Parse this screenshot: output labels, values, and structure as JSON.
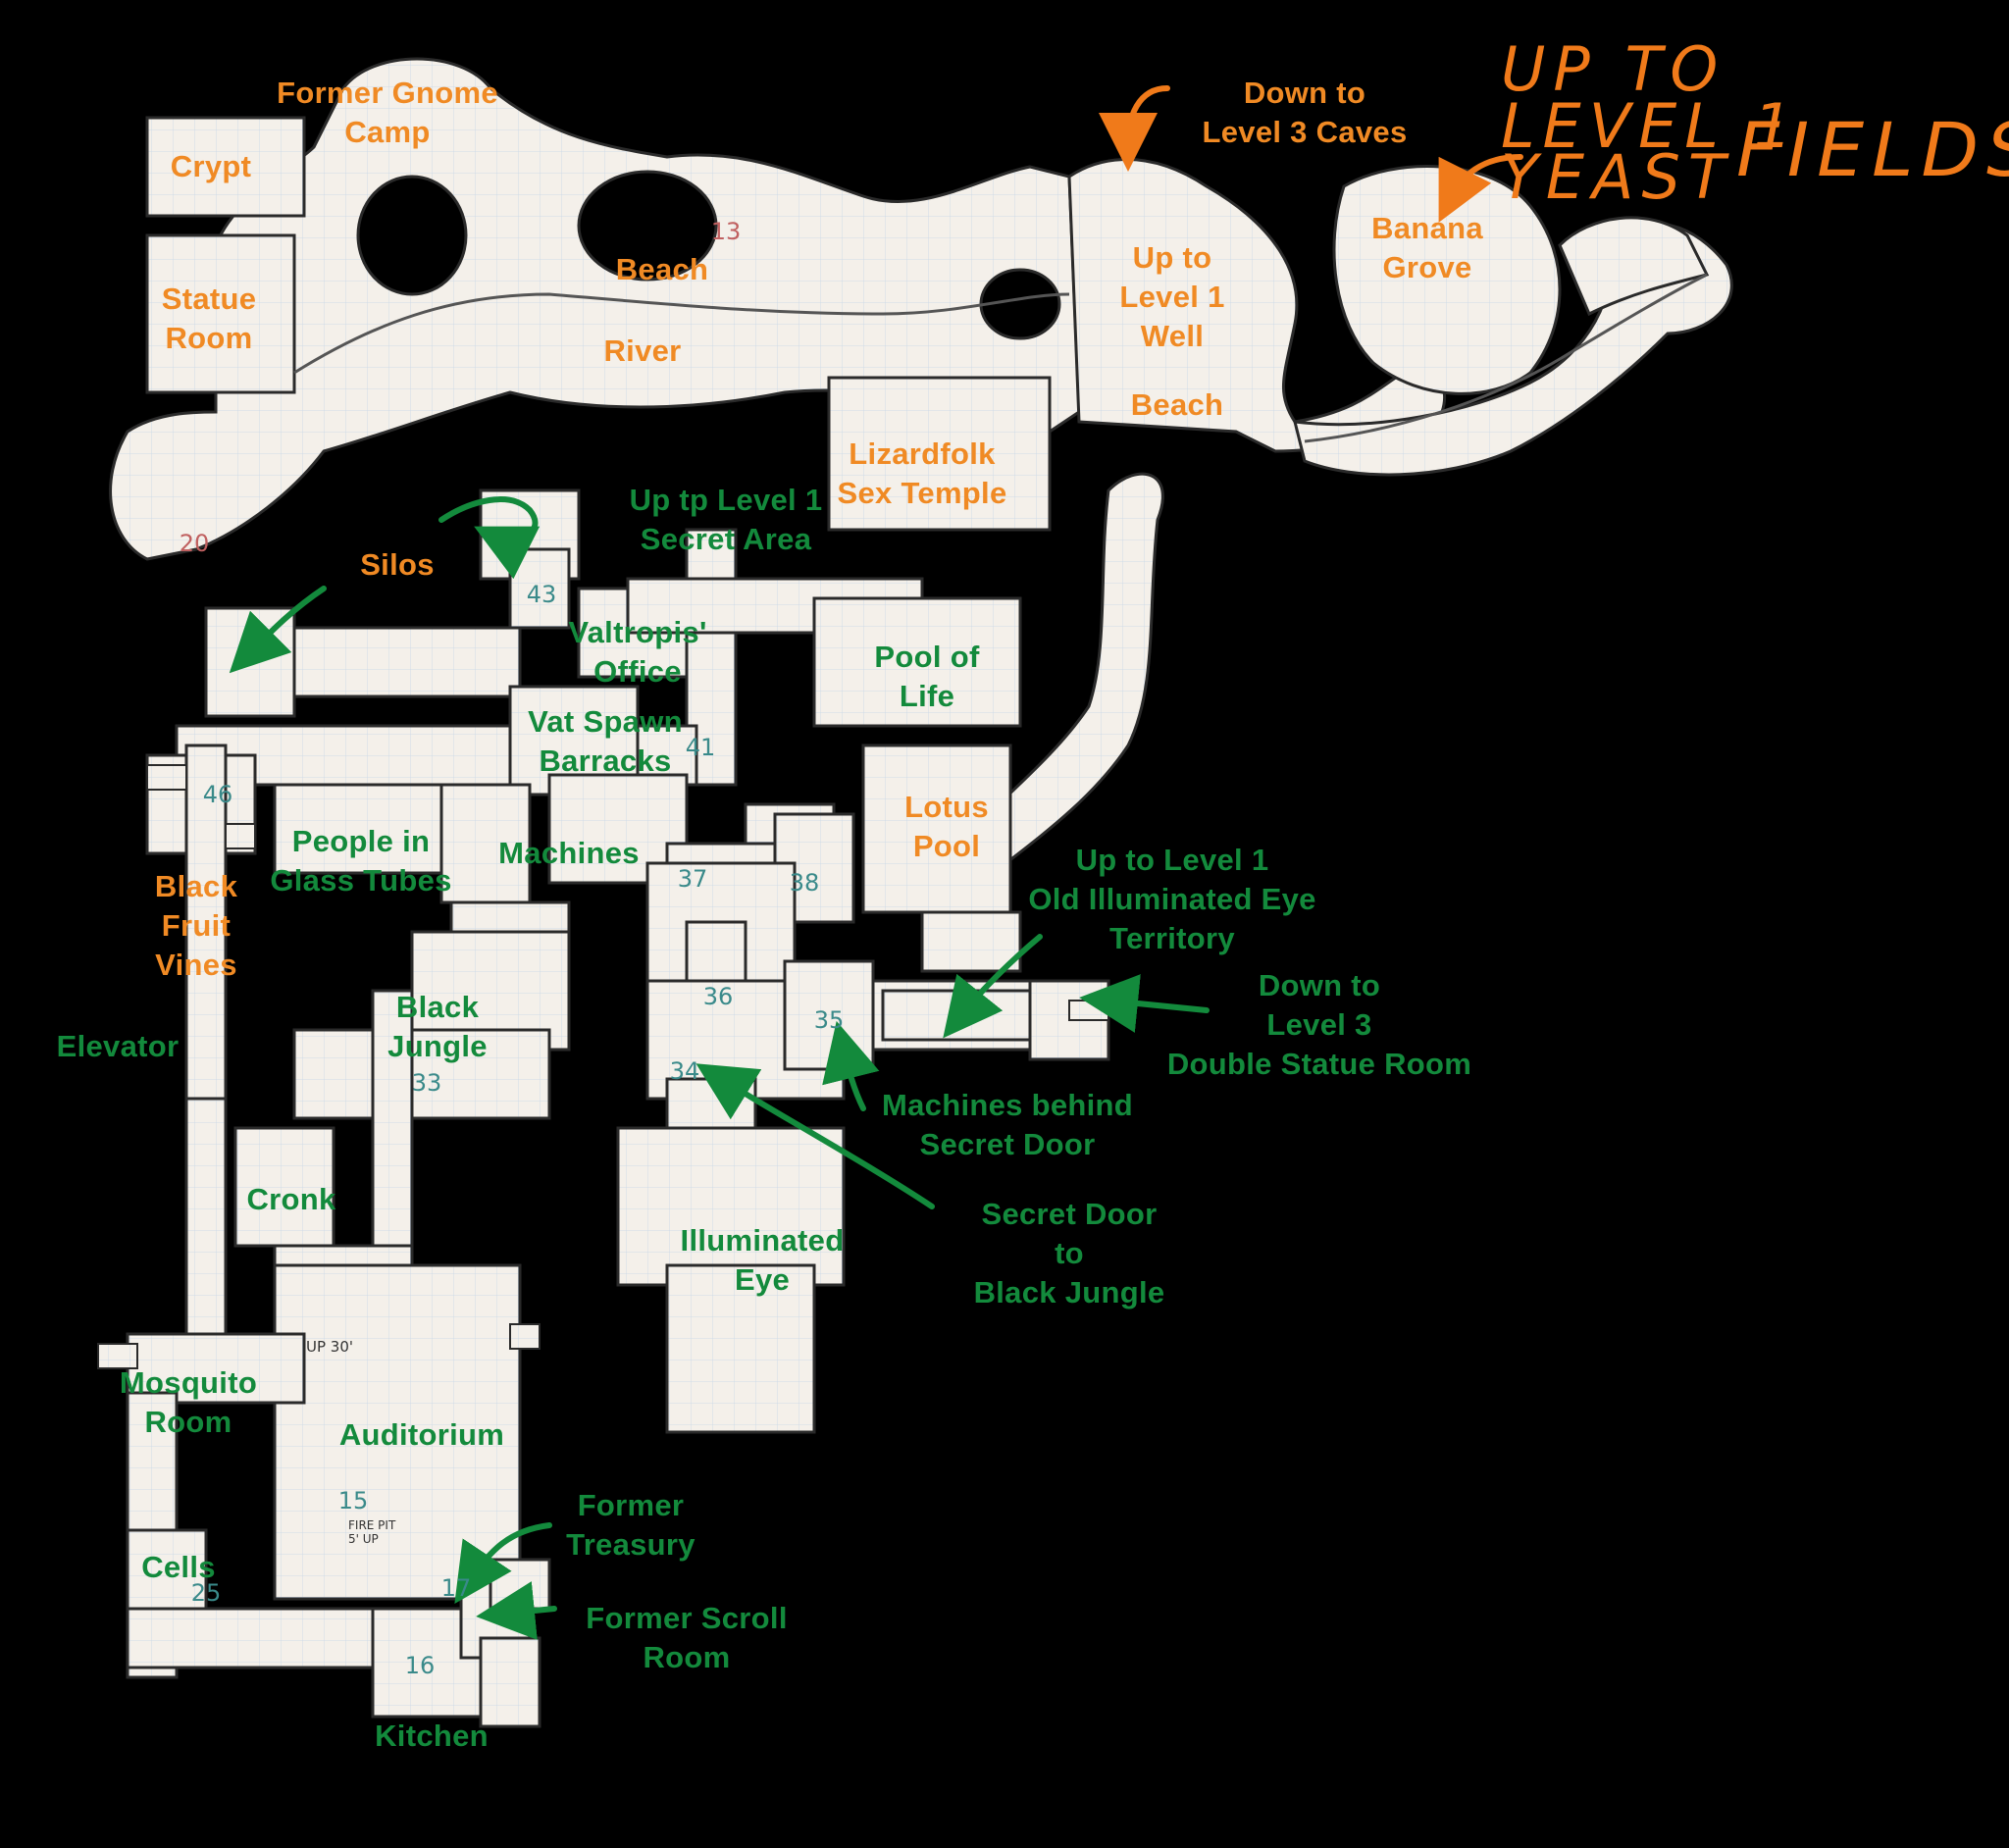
{
  "map": {
    "colors": {
      "background": "#000000",
      "paper": "#f4f0ea",
      "ink": "#2a2a2a",
      "orange_label": "#f08a24",
      "green_label": "#138a3c",
      "grid": "#c9d6e6",
      "pencil_red": "#d98a8a"
    },
    "scrawl": {
      "line1": "UP TO",
      "line2": "LEVEL 1",
      "line3": "YEAST",
      "line4": "FIELDS"
    },
    "labels": {
      "former_gnome_camp": "Former Gnome\nCamp",
      "crypt": "Crypt",
      "statue_room": "Statue\nRoom",
      "beach_north": "Beach",
      "river": "River",
      "down_level3_caves": "Down to\nLevel 3 Caves",
      "up_level1_well": "Up to\nLevel 1\nWell",
      "beach_east": "Beach",
      "banana_grove": "Banana\nGrove",
      "lizardfolk_temple": "Lizardfolk\nSex Temple",
      "up_level1_secret": "Up tp Level 1\nSecret Area",
      "silos": "Silos",
      "valtropis_office": "Valtropis'\nOffice",
      "pool_of_life": "Pool of\nLife",
      "vat_spawn_barracks": "Vat Spawn\nBarracks",
      "lotus_pool": "Lotus\nPool",
      "people_in_glass_tubes": "People in\nGlass Tubes",
      "machines": "Machines",
      "black_fruit_vines": "Black\nFruit\nVines",
      "up_level1_eye_territory": "Up to Level 1\nOld Illuminated Eye\nTerritory",
      "down_level3_double_statue": "Down to\nLevel 3\nDouble Statue Room",
      "elevator": "Elevator",
      "black_jungle": "Black\nJungle",
      "machines_behind_secret_door": "Machines behind\nSecret Door",
      "secret_door_to_black_jungle": "Secret Door\nto\nBlack Jungle",
      "cronk": "Cronk",
      "illuminated_eye": "Illuminated\nEye",
      "mosquito_room": "Mosquito\nRoom",
      "auditorium": "Auditorium",
      "former_treasury": "Former\nTreasury",
      "cells": "Cells",
      "former_scroll_room": "Former Scroll\nRoom",
      "kitchen": "Kitchen"
    },
    "room_numbers": {
      "n33": "33",
      "n34": "34",
      "n35": "35",
      "n36": "36",
      "n37": "37",
      "n38": "38",
      "n41": "41",
      "n43": "43",
      "n46": "46",
      "n15": "15",
      "n16": "16",
      "n17": "17",
      "n20": "20",
      "n25": "25",
      "n13": "13"
    },
    "annotations": {
      "up30": "UP 30'",
      "fire_pit": "FIRE PIT\n5' UP"
    }
  }
}
